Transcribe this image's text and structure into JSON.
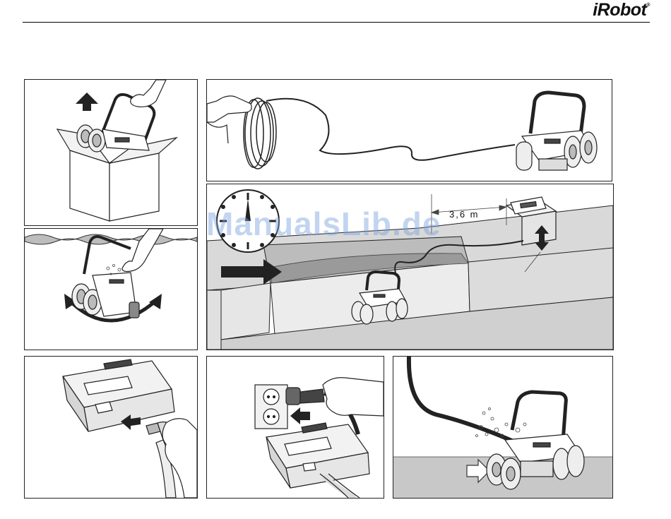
{
  "header": {
    "brand_logo": "iRobot",
    "registered_mark": "®"
  },
  "panels": {
    "p2": {
      "dimension_label": "3,6 m"
    }
  },
  "watermark": "ManualsLib.de",
  "colors": {
    "line": "#222222",
    "shade": "#d9d9d9",
    "water": "#a8a8a8",
    "watermark": "#78a0dc"
  },
  "icons": [
    "up-arrow-icon",
    "right-arrow-icon",
    "left-arrow-icon",
    "clock-icon",
    "double-arrow-icon",
    "rotate-arrow-icon"
  ]
}
